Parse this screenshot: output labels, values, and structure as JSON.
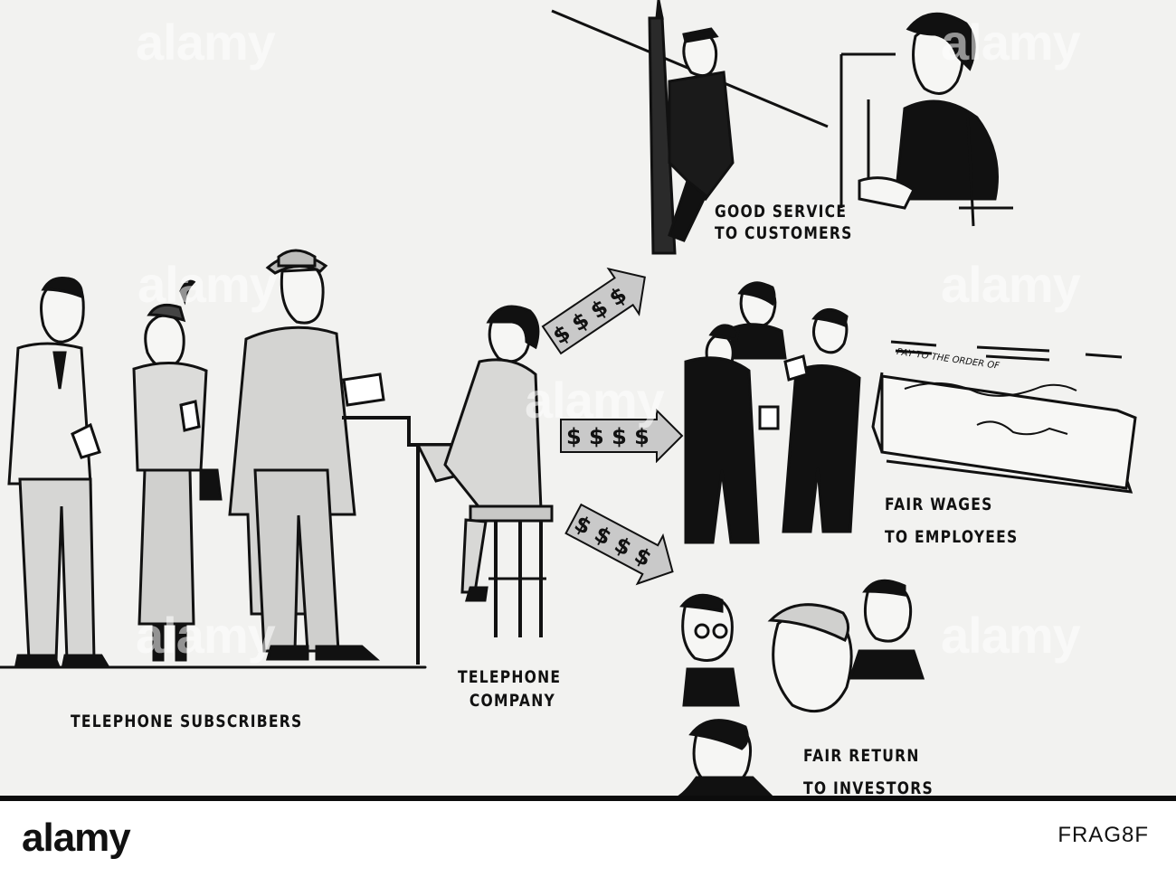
{
  "captions": {
    "customers": [
      "GOOD SERVICE",
      "TO CUSTOMERS"
    ],
    "employees": [
      "FAIR WAGES",
      "TO EMPLOYEES"
    ],
    "investors": [
      "FAIR RETURN",
      "TO INVESTORS"
    ],
    "subscribers": "TELEPHONE SUBSCRIBERS",
    "company": [
      "TELEPHONE",
      "COMPANY"
    ]
  },
  "arrows": {
    "upper": "$ $ $ $",
    "middle": "$ $ $ $",
    "lower": "$ $ $ $"
  },
  "check": {
    "pay_line": "PAY TO THE ORDER OF"
  },
  "watermark": "alamy",
  "footer": {
    "logo": "alamy",
    "image_id": "FRAG8F"
  },
  "colors": {
    "ink": "#111111",
    "paper": "#f2f2f0",
    "arrow_fill": "#c9c9c9",
    "shirt_gray": "#d8d8d8"
  }
}
